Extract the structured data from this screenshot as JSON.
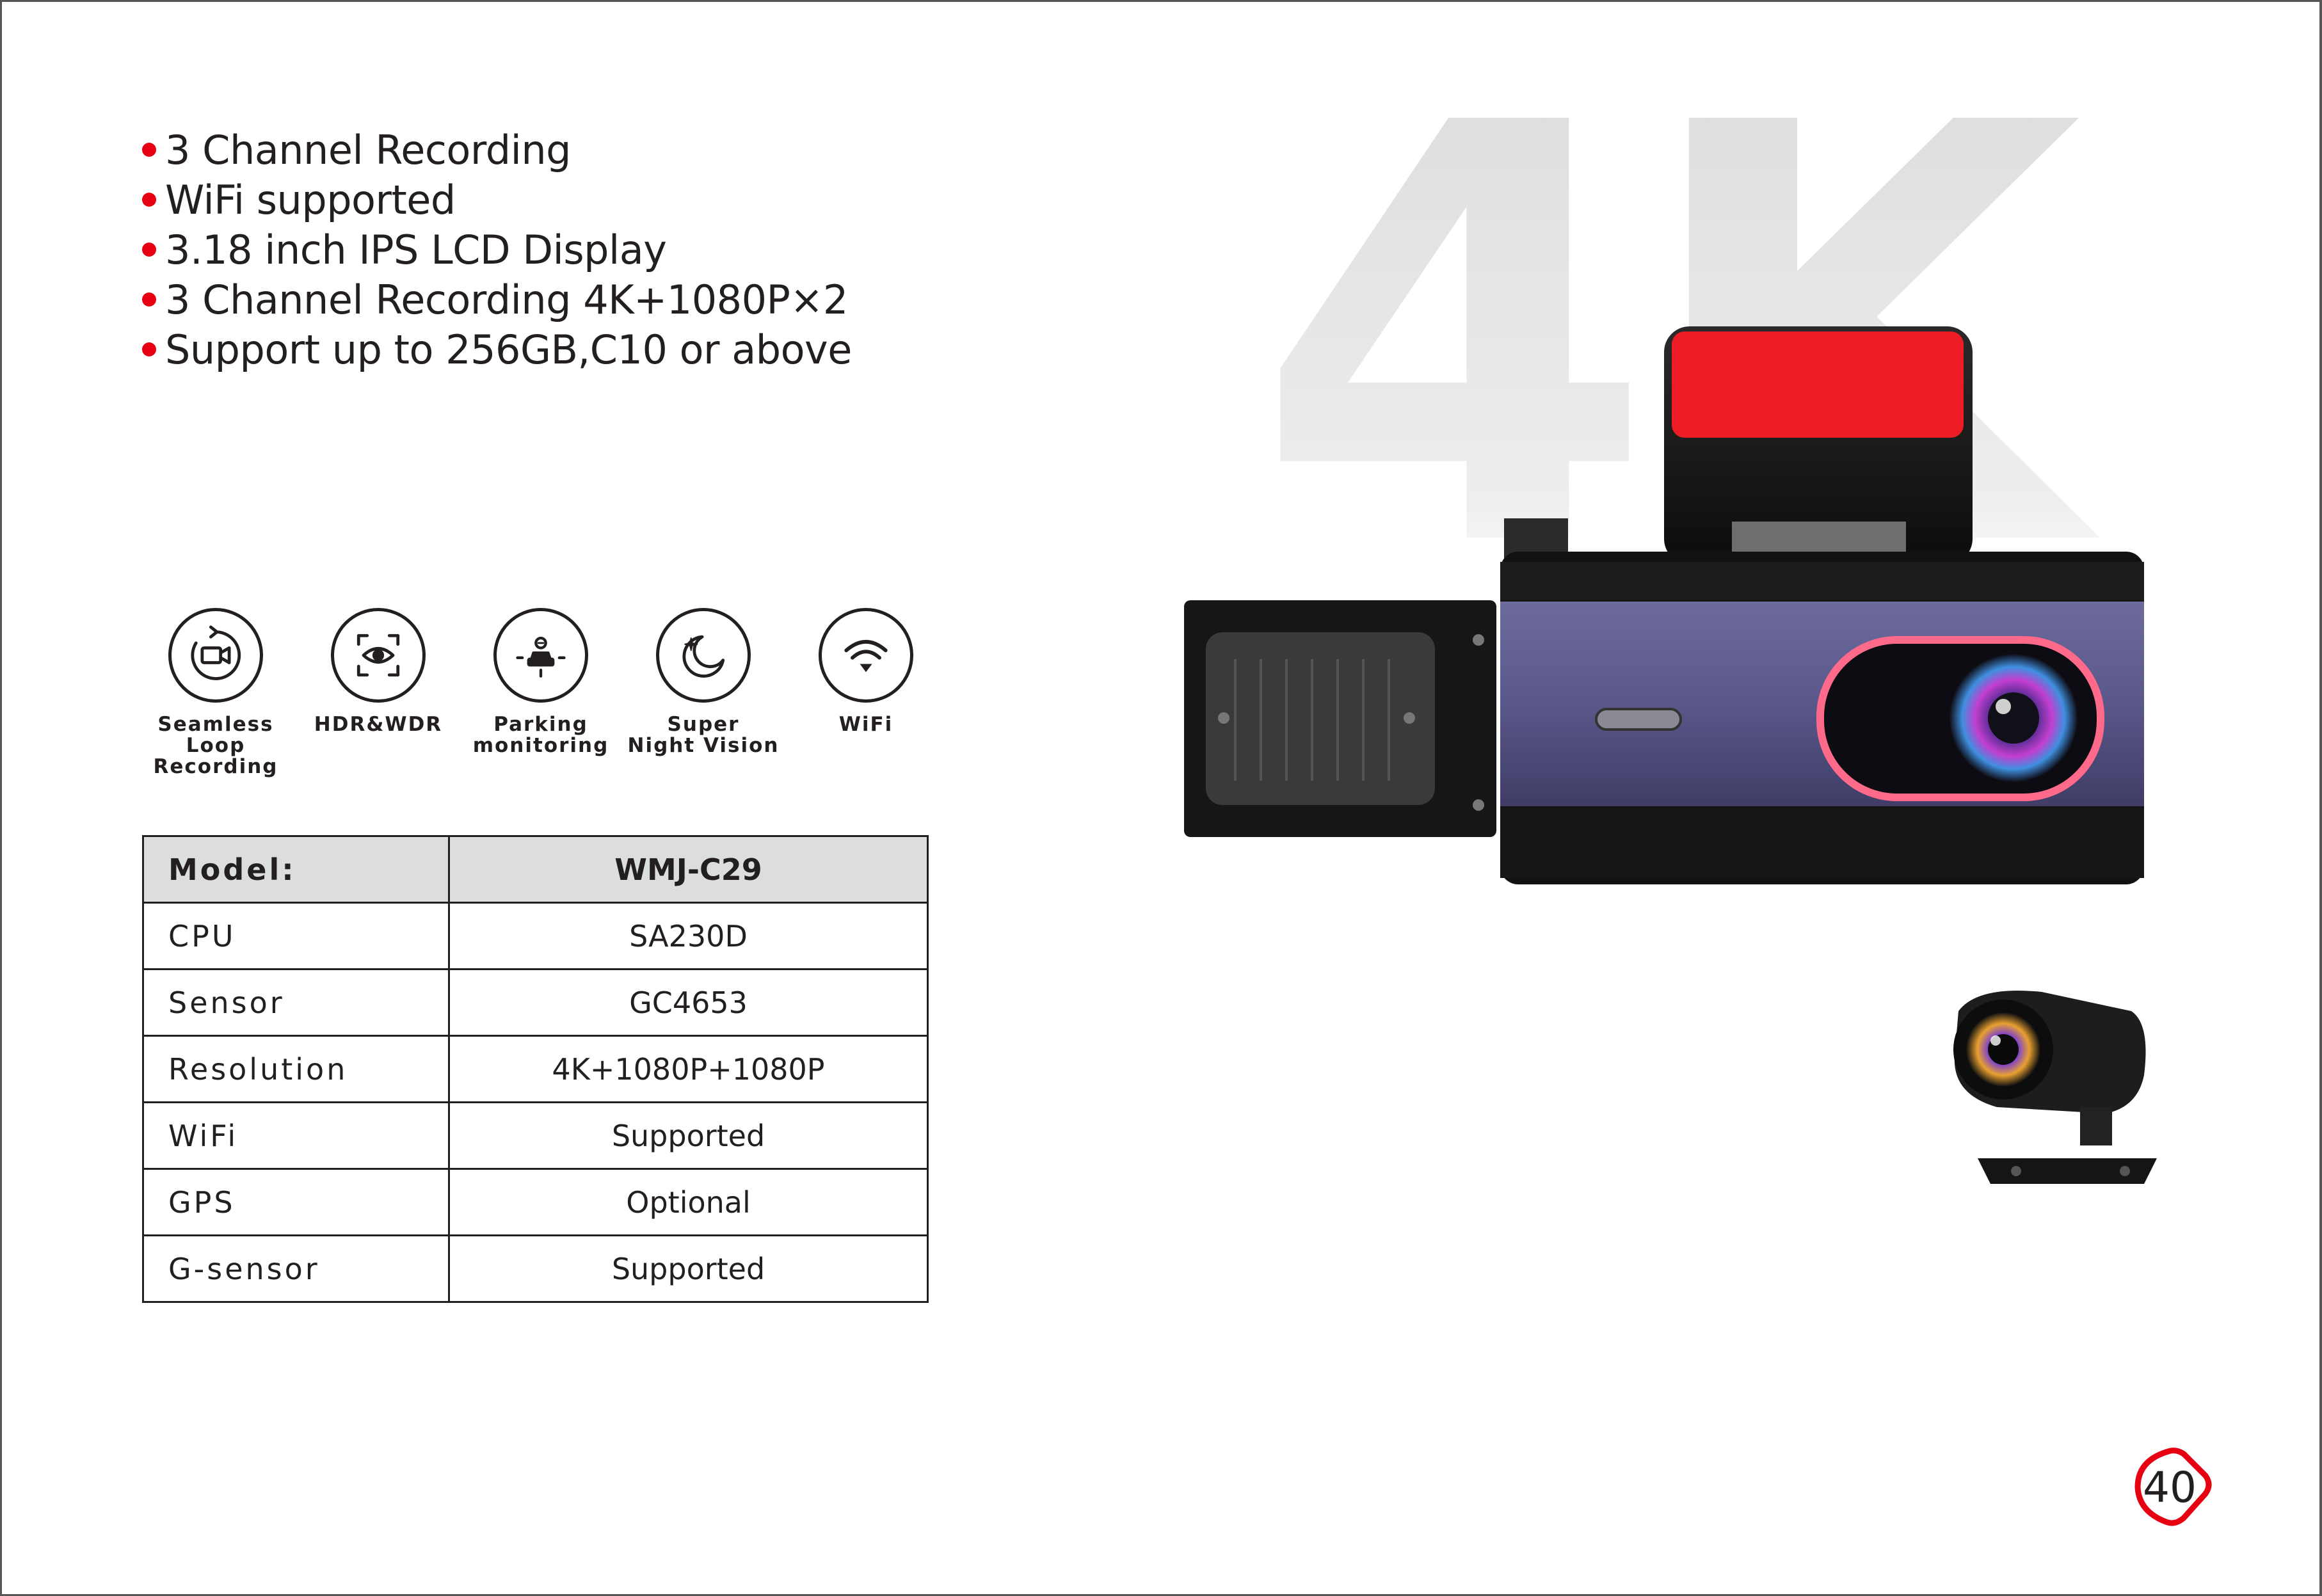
{
  "features": [
    "3 Channel Recording",
    "WiFi supported",
    "3.18 inch IPS LCD Display",
    "3 Channel Recording 4K+1080P×2",
    "Support up to 256GB,C10 or above"
  ],
  "icons": [
    {
      "icon": "loop-recording-icon",
      "label": "Seamless\nLoop Recording"
    },
    {
      "icon": "hdr-wdr-icon",
      "label": "HDR&WDR"
    },
    {
      "icon": "parking-monitoring-icon",
      "label": "Parking\nmonitoring"
    },
    {
      "icon": "night-vision-icon",
      "label": "Super\nNight Vision"
    },
    {
      "icon": "wifi-icon",
      "label": "WiFi"
    }
  ],
  "spec_table": {
    "header": {
      "key": "Model:",
      "value": "WMJ-C29"
    },
    "rows": [
      {
        "key": "CPU",
        "value": "SA230D"
      },
      {
        "key": "Sensor",
        "value": "GC4653"
      },
      {
        "key": "Resolution",
        "value": "4K+1080P+1080P"
      },
      {
        "key": "WiFi",
        "value": "Supported"
      },
      {
        "key": "GPS",
        "value": "Optional"
      },
      {
        "key": "G-sensor",
        "value": "Supported"
      }
    ]
  },
  "watermark_text": "4K",
  "page_number": "40",
  "colors": {
    "accent": "#e60012",
    "text": "#231f20",
    "table_header_bg": "#dcdddd",
    "camera_body": "#5c5a8a",
    "mount_red": "#ee1c25"
  }
}
